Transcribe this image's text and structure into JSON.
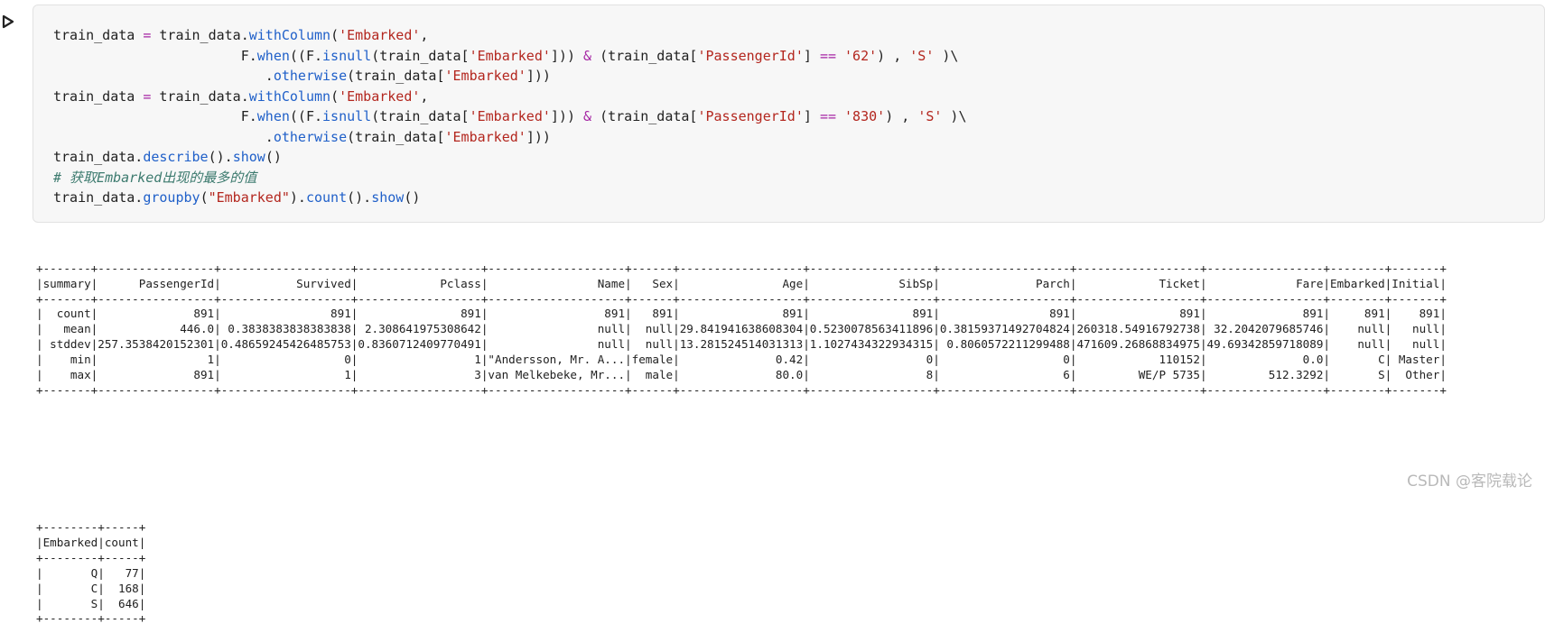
{
  "notebook": {
    "code_cell": {
      "lines": [
        [
          {
            "t": "train_data "
          },
          {
            "t": "=",
            "c": "op"
          },
          {
            "t": " train_data."
          },
          {
            "t": "withColumn",
            "c": "fn"
          },
          {
            "t": "("
          },
          {
            "t": "'Embarked'",
            "c": "str"
          },
          {
            "t": ","
          }
        ],
        [
          {
            "t": "                       F."
          },
          {
            "t": "when",
            "c": "fn"
          },
          {
            "t": "((F."
          },
          {
            "t": "isnull",
            "c": "fn"
          },
          {
            "t": "(train_data["
          },
          {
            "t": "'Embarked'",
            "c": "str"
          },
          {
            "t": "])) "
          },
          {
            "t": "&",
            "c": "op"
          },
          {
            "t": " (train_data["
          },
          {
            "t": "'PassengerId'",
            "c": "str"
          },
          {
            "t": "] "
          },
          {
            "t": "==",
            "c": "op"
          },
          {
            "t": " "
          },
          {
            "t": "'62'",
            "c": "str"
          },
          {
            "t": ") , "
          },
          {
            "t": "'S'",
            "c": "str"
          },
          {
            "t": " )\\"
          }
        ],
        [
          {
            "t": "                          ."
          },
          {
            "t": "otherwise",
            "c": "fn"
          },
          {
            "t": "(train_data["
          },
          {
            "t": "'Embarked'",
            "c": "str"
          },
          {
            "t": "]))"
          }
        ],
        [
          {
            "t": "train_data "
          },
          {
            "t": "=",
            "c": "op"
          },
          {
            "t": " train_data."
          },
          {
            "t": "withColumn",
            "c": "fn"
          },
          {
            "t": "("
          },
          {
            "t": "'Embarked'",
            "c": "str"
          },
          {
            "t": ","
          }
        ],
        [
          {
            "t": "                       F."
          },
          {
            "t": "when",
            "c": "fn"
          },
          {
            "t": "((F."
          },
          {
            "t": "isnull",
            "c": "fn"
          },
          {
            "t": "(train_data["
          },
          {
            "t": "'Embarked'",
            "c": "str"
          },
          {
            "t": "])) "
          },
          {
            "t": "&",
            "c": "op"
          },
          {
            "t": " (train_data["
          },
          {
            "t": "'PassengerId'",
            "c": "str"
          },
          {
            "t": "] "
          },
          {
            "t": "==",
            "c": "op"
          },
          {
            "t": " "
          },
          {
            "t": "'830'",
            "c": "str"
          },
          {
            "t": ") , "
          },
          {
            "t": "'S'",
            "c": "str"
          },
          {
            "t": " )\\"
          }
        ],
        [
          {
            "t": "                          ."
          },
          {
            "t": "otherwise",
            "c": "fn"
          },
          {
            "t": "(train_data["
          },
          {
            "t": "'Embarked'",
            "c": "str"
          },
          {
            "t": "]))"
          }
        ],
        [
          {
            "t": "train_data."
          },
          {
            "t": "describe",
            "c": "fn"
          },
          {
            "t": "()."
          },
          {
            "t": "show",
            "c": "fn"
          },
          {
            "t": "()"
          }
        ],
        [
          {
            "t": "# 获取Embarked出现的最多的值",
            "c": "comment"
          }
        ],
        [
          {
            "t": "train_data."
          },
          {
            "t": "groupby",
            "c": "fn"
          },
          {
            "t": "("
          },
          {
            "t": "\"Embarked\"",
            "c": "str"
          },
          {
            "t": ")."
          },
          {
            "t": "count",
            "c": "fn"
          },
          {
            "t": "()."
          },
          {
            "t": "show",
            "c": "fn"
          },
          {
            "t": "()"
          }
        ]
      ]
    },
    "output": {
      "describe_table": [
        "+-------+-----------------+-------------------+------------------+--------------------+------+------------------+------------------+-------------------+------------------+-----------------+--------+-------+",
        "|summary|      PassengerId|           Survived|            Pclass|                Name|   Sex|               Age|             SibSp|              Parch|            Ticket|             Fare|Embarked|Initial|",
        "+-------+-----------------+-------------------+------------------+--------------------+------+------------------+------------------+-------------------+------------------+-----------------+--------+-------+",
        "|  count|              891|                891|               891|                 891|   891|               891|               891|                891|               891|              891|     891|    891|",
        "|   mean|            446.0| 0.3838383838383838| 2.308641975308642|                null|  null|29.841941638608304|0.5230078563411896|0.38159371492704824|260318.54916792738| 32.2042079685746|    null|   null|",
        "| stddev|257.3538420152301|0.48659245426485753|0.8360712409770491|                null|  null|13.281524514031313|1.1027434322934315| 0.8060572211299488|471609.26868834975|49.69342859718089|    null|   null|",
        "|    min|                1|                  0|                 1|\"Andersson, Mr. A...|female|              0.42|                 0|                  0|            110152|              0.0|       C| Master|",
        "|    max|              891|                  1|                 3|van Melkebeke, Mr...|  male|              80.0|                 8|                  6|         WE/P 5735|         512.3292|       S|  Other|",
        "+-------+-----------------+-------------------+------------------+--------------------+------+------------------+------------------+-------------------+------------------+-----------------+--------+-------+"
      ],
      "count_table": [
        "+--------+-----+",
        "|Embarked|count|",
        "+--------+-----+",
        "|       Q|   77|",
        "|       C|  168|",
        "|       S|  646|",
        "+--------+-----+"
      ]
    },
    "watermark": "CSDN @客院载论"
  }
}
